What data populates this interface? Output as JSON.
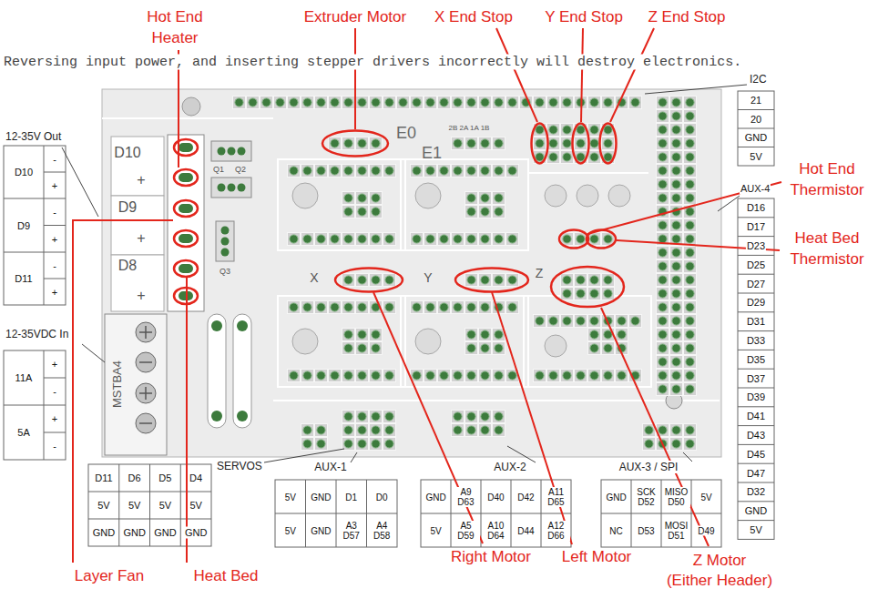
{
  "diagram": {
    "labels": [
      "Hot End Heater",
      "Extruder Motor",
      "X End Stop",
      "Y End Stop",
      "Z End Stop",
      "Hot End Thermistor",
      "Heat Bed Thermistor",
      "Right Motor",
      "Left Motor",
      "Z Motor",
      "(Either Header)",
      "Layer Fan",
      "Heat Bed",
      "Reversing input power, and inserting stepper drivers incorrectly will destroy electronics.",
      "12-35V Out",
      "D10",
      "-",
      "+",
      "D9",
      "-",
      "+",
      "D11",
      "-",
      "+",
      "12-35VDC In",
      "11A",
      "+",
      "-",
      "5A",
      "+",
      "-",
      "D10",
      "+",
      "D9",
      "+",
      "D8",
      "+",
      "MSTBA4",
      "E0",
      "E1",
      "X",
      "Y",
      "Z",
      "Q1",
      "Q2",
      "Q3",
      "2B 2A 1A 1B",
      "I2C",
      "21",
      "20",
      "GND",
      "5V",
      "AUX-4",
      "D16",
      "D17",
      "D23",
      "D25",
      "D27",
      "D29",
      "D31",
      "D33",
      "D35",
      "D37",
      "D39",
      "D41",
      "D43",
      "D45",
      "D47",
      "D32",
      "GND",
      "5V",
      "SERVOS",
      "AUX-1",
      "AUX-2",
      "AUX-3 / SPI",
      "D11",
      "D6",
      "D5",
      "D4",
      "5V",
      "5V",
      "5V",
      "5V",
      "GND",
      "GND",
      "GND",
      "GND",
      "5V",
      "GND",
      "D1",
      "D0",
      "5V",
      "GND",
      "A3 D57",
      "A4 D58",
      "GND",
      "A9 D63",
      "D40",
      "D42",
      "A11 D65",
      "5V",
      "A5 D59",
      "A10 D64",
      "D44",
      "A12 D66",
      "GND",
      "SCK D52",
      "MISO D50",
      "5V",
      "NC",
      "D53",
      "MOSI D51",
      "D49"
    ]
  }
}
